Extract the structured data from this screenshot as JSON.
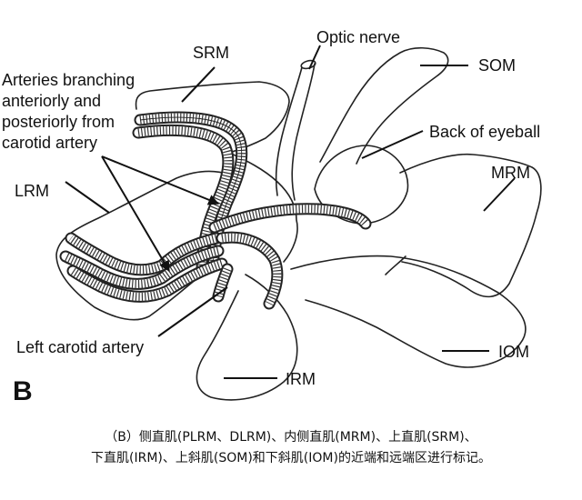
{
  "panel_letter": "B",
  "labels": {
    "optic_nerve": "Optic nerve",
    "srm": "SRM",
    "som": "SOM",
    "back_of_eyeball": "Back of eyeball",
    "mrm": "MRM",
    "lrm": "LRM",
    "iom": "IOM",
    "irm": "IRM",
    "left_carotid_artery": "Left carotid artery",
    "arteries_line1": "Arteries branching",
    "arteries_line2": "anteriorly and",
    "arteries_line3": "posteriorly from",
    "arteries_line4": "carotid artery"
  },
  "caption": {
    "line1": "（B）侧直肌(PLRM、DLRM)、内侧直肌(MRM)、上直肌(SRM)、",
    "line2": "下直肌(IRM)、上斜肌(SOM)和下斜肌(IOM)的近端和远端区进行标记。"
  }
}
